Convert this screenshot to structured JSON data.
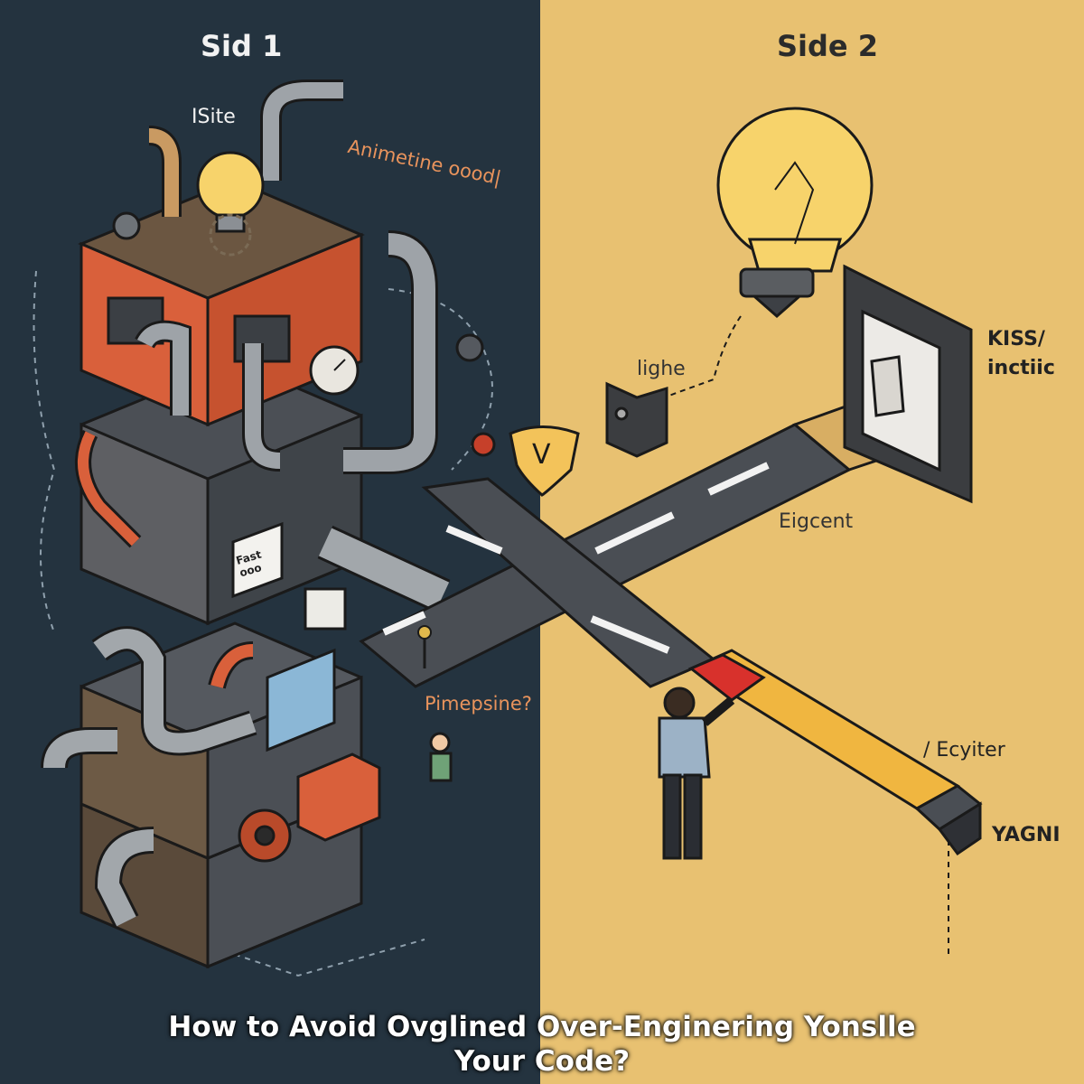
{
  "left_panel": {
    "title": "Sid 1",
    "labels": {
      "isite": "ISite",
      "animetine": "Animetine oood|",
      "fast_sign": "Fast\nooo",
      "pimepsine": "Pimepsine?"
    }
  },
  "right_panel": {
    "title": "Side 2",
    "labels": {
      "lighe": "lighe",
      "kiss": "KISS/\ninctiic",
      "eigcent": "Eigcent",
      "ecyiter": "/ Ecyiter",
      "yagni": "YAGNI"
    }
  },
  "center_badge": "V",
  "caption": {
    "line1": "How to Avoid Ovglined Over-Enginering Yonslle",
    "line2": "Your Code?"
  },
  "colors": {
    "left_bg": "#24333f",
    "right_bg": "#e8c171",
    "machine_orange": "#d9603b",
    "road": "#4a4e54",
    "bulb": "#f7d36b"
  }
}
